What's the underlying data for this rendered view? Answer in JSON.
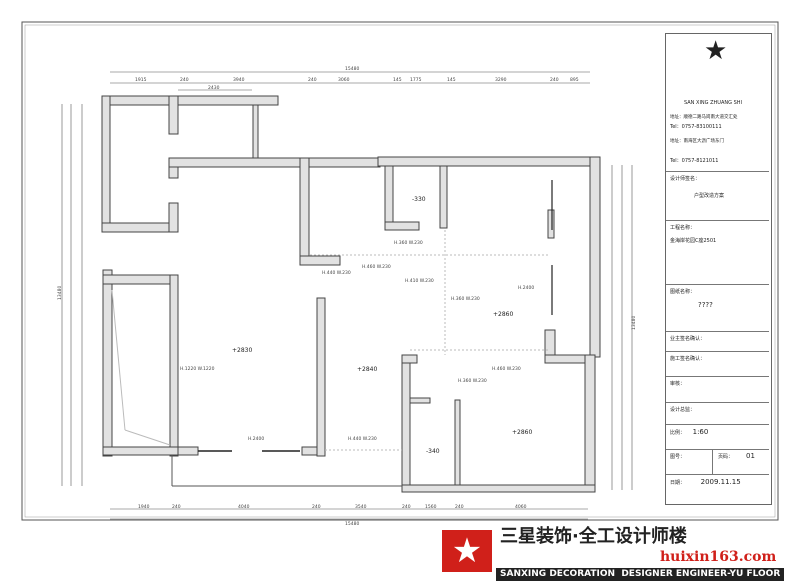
{
  "plan": {
    "top_total": "15480",
    "top_dims": [
      "1915",
      "240",
      "3940",
      "240",
      "3060",
      "145",
      "1775",
      "145",
      "3290",
      "240",
      "895"
    ],
    "top_sub": "2430",
    "bottom_total": "15480",
    "bottom_dims": [
      "1940",
      "240",
      "4040",
      "240",
      "3540",
      "240",
      "1560",
      "240",
      "4060"
    ],
    "left_total": "13480",
    "right_total": "13480",
    "levels": [
      "+2830",
      "+2840",
      "+2860",
      "+2860",
      "-330",
      "-340"
    ],
    "beam_labels": [
      "H.360 W.230",
      "H.440 W.230",
      "H.460 W.230",
      "H.410 W.230",
      "H.360 W.230",
      "H.360 W.230",
      "H.460 W.230",
      "H.440 W.230"
    ],
    "window_labels": [
      "H.2400",
      "H.2400",
      "H.1220 W.1220"
    ]
  },
  "title_block": {
    "brand_pinyin": "SAN XING ZHUANG SHI",
    "address1": "地址：顺德二路马岗南大道交汇处",
    "tel1": "Tel：0757-83100111",
    "address2": "地址：南海区大沥广场东门",
    "tel2": "Tel：0757-8121011",
    "designer_label": "设计师签名：",
    "project_type": "户型改造方案",
    "project_label": "工程名称：",
    "project_name": "金海岸花园C座2501",
    "drawing_label": "图纸名称：",
    "drawing_name": "????",
    "owner_label": "业主签名确认：",
    "builder_label": "施工签名确认：",
    "audit_label": "审核：",
    "manager_label": "设计总监：",
    "scale_label": "比例：",
    "scale": "1:60",
    "sheet_label": "图号：",
    "page_label": "页码：",
    "page": "01",
    "date_label": "日期：",
    "date": "2009.11.15"
  },
  "banner": {
    "title_cn": "三星装饰·全工设计师楼",
    "site": "huixin163.com",
    "subtitle": "SANXING DECORATION  DESIGNER ENGINEER-YU FLOOR"
  },
  "colors": {
    "accent_red": "#d0201a",
    "wall_fill": "#e2e2e2"
  }
}
